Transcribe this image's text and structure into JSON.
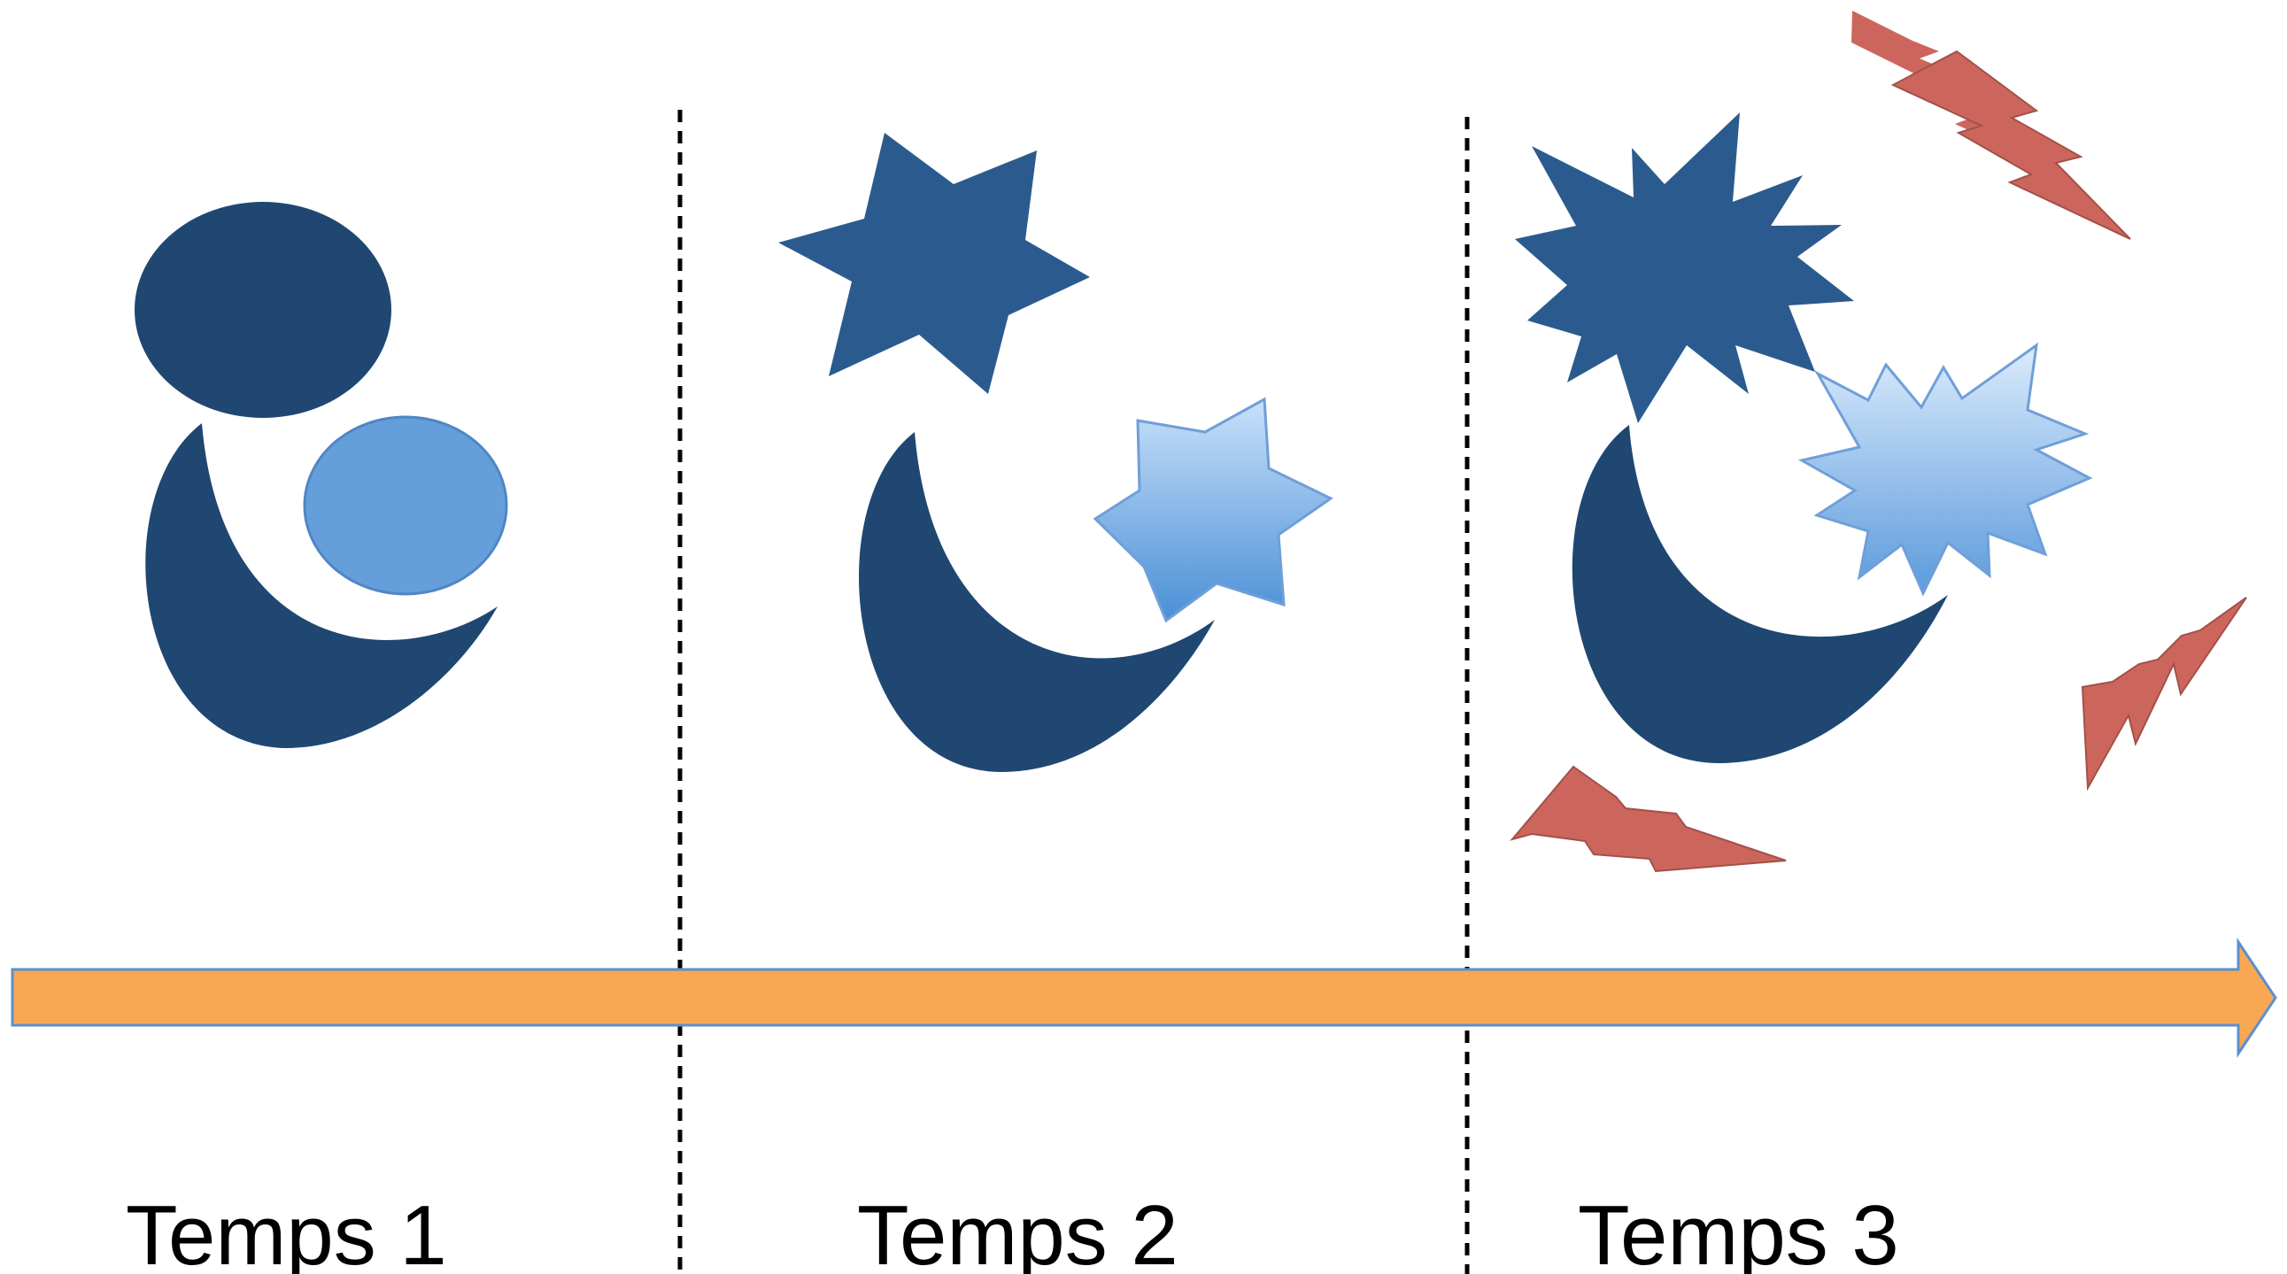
{
  "phases": [
    {
      "label": "Temps 1"
    },
    {
      "label": "Temps 2"
    },
    {
      "label": "Temps 3"
    }
  ],
  "colors": {
    "dark_navy": "#1f4771",
    "mid_blue": "#2b5b8e",
    "light_blue": "#649fdb",
    "light_blue_gradient_top": "#c9e0fa",
    "light_blue_gradient_bottom": "#4a8fd6",
    "lightning_red": "#cc665c",
    "arrow_orange": "#f8a852",
    "arrow_border": "#5b8fd1",
    "divider": "#000000",
    "background": "#ffffff"
  },
  "icons": {
    "phase1": [
      "dark-oval-icon",
      "light-oval-icon",
      "crescent-icon"
    ],
    "phase2": [
      "dark-star-icon",
      "light-star-icon",
      "crescent-icon"
    ],
    "phase3": [
      "dark-burst-icon",
      "light-burst-icon",
      "crescent-icon",
      "lightning-icon"
    ]
  }
}
